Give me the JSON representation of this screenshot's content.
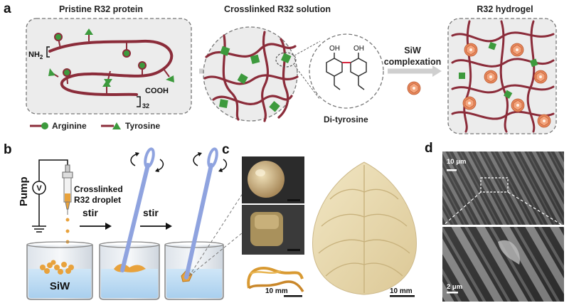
{
  "panels": {
    "a": {
      "label": "a",
      "titles": [
        "Pristine R32 protein",
        "Crosslinked R32 solution",
        "R32 hydrogel"
      ],
      "nh2": "NH",
      "nh2_sub": "2",
      "cooh": "COOH",
      "repeat": "32",
      "dityrosine_label": "Di-tyrosine",
      "oh_left": "OH",
      "oh_right": "OH",
      "complexation": [
        "SiW",
        "complexation"
      ],
      "legend": [
        "Arginine",
        "Tyrosine"
      ]
    },
    "b": {
      "label": "b",
      "pump": "Pump",
      "voltmeter": "V",
      "droplet_label": [
        "Crosslinked",
        "R32 droplet"
      ],
      "stir_1": "stir",
      "stir_2": "stir",
      "beaker_label": "SiW"
    },
    "c": {
      "label": "c",
      "scale_left": "10 mm",
      "scale_right": "10 mm"
    },
    "d": {
      "label": "d",
      "scale_top": "10 μm",
      "scale_bottom": "2 μm"
    }
  },
  "colors": {
    "chain": "#8b2c3a",
    "residue": "#3d9a3d",
    "panel_bg": "#ececec",
    "stir_rod": "#8fa3df",
    "gel": "#e8a23c",
    "siw": "#e8875a"
  }
}
